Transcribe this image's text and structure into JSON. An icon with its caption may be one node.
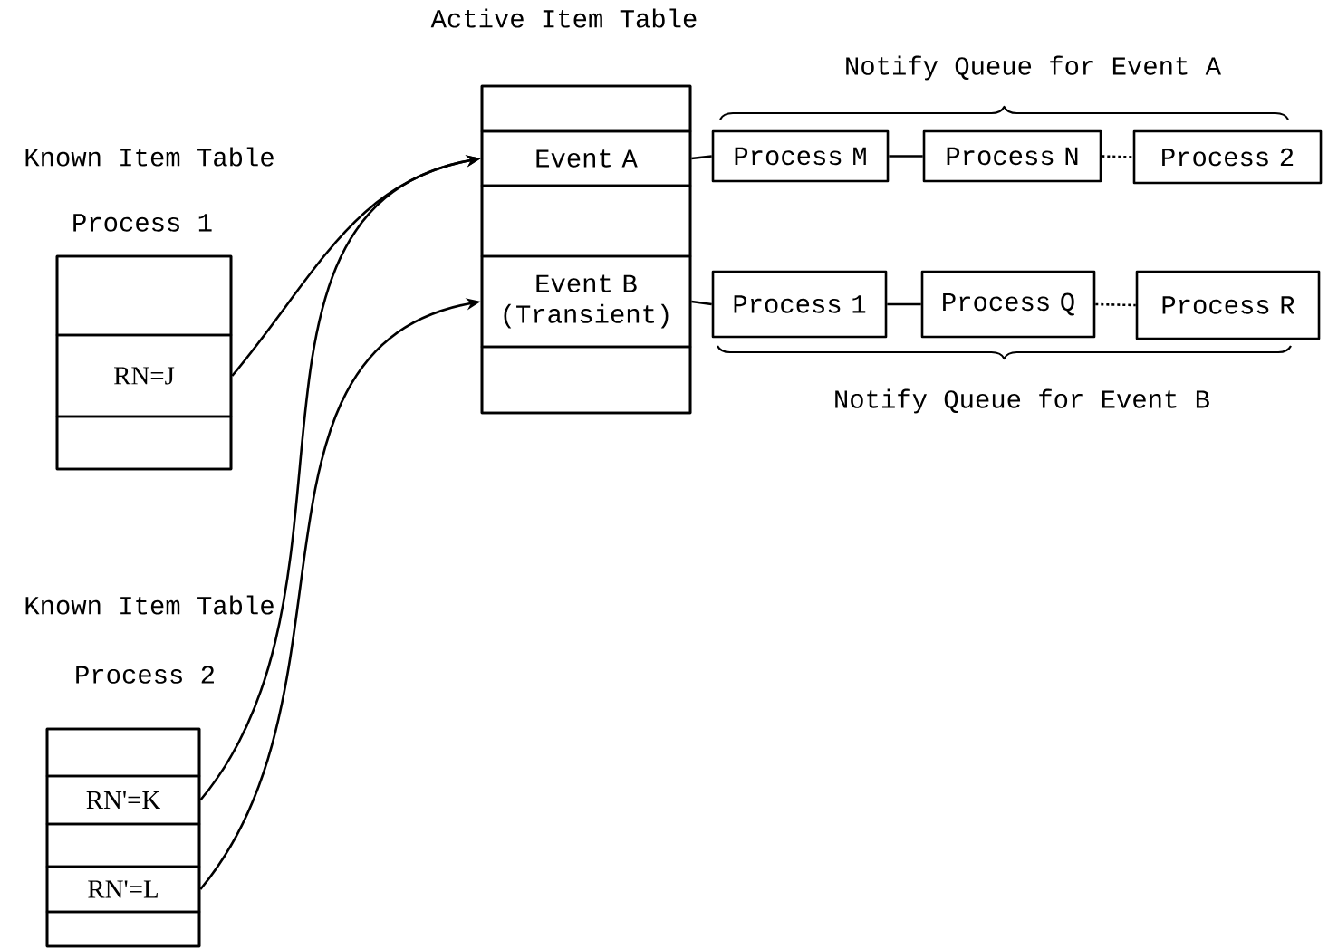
{
  "diagram": {
    "nodes": [
      {
        "text": [
          "Known Item Table",
          "Process 1"
        ]
      },
      {
        "text": [],
        "shape": "box",
        "in": 0
      },
      {
        "text": [
          "RN=J"
        ],
        "in": 0
      },
      {
        "text": [],
        "shape": "box",
        "in": 0
      },
      {
        "text": [
          "Active Item Table"
        ]
      },
      {
        "text": [],
        "shape": "box",
        "in": 4
      },
      {
        "text": [
          "Event A"
        ],
        "in": 4
      },
      {
        "text": [],
        "shape": "box",
        "in": 4
      },
      {
        "text": [
          "Event B (Transient)"
        ],
        "in": 4
      },
      {
        "text": [],
        "shape": "box",
        "in": 4
      },
      {
        "text": [
          "Process M"
        ]
      },
      {
        "text": [
          "Process N"
        ]
      },
      {
        "text": [
          "Process 2"
        ]
      },
      {
        "text": [
          "Process 1"
        ]
      },
      {
        "text": [
          "Process Q"
        ]
      },
      {
        "text": [
          "Process R"
        ]
      },
      {
        "text": [
          "Known Item Table",
          "Process 2"
        ]
      },
      {
        "text": [],
        "shape": "box",
        "in": 16
      },
      {
        "text": [
          "RN'=K"
        ],
        "in": 16
      },
      {
        "text": [],
        "shape": "box",
        "in": 16
      },
      {
        "text": [
          "RN'=L"
        ],
        "in": 16
      },
      {
        "text": [],
        "shape": "box",
        "in": 16
      }
    ],
    "edges": [
      {
        "from": 2,
        "to": 6,
        "arrow": "to"
      },
      {
        "from": 18,
        "to": 6,
        "arrow": "to"
      },
      {
        "from": 20,
        "to": 8,
        "arrow": "to"
      },
      {
        "from": 6,
        "to": 10,
        "arrow": "none"
      },
      {
        "from": 10,
        "to": 11,
        "arrow": "none"
      },
      {
        "from": 11,
        "to": 12,
        "arrow": "none",
        "style": "dashed"
      },
      {
        "from": 8,
        "to": 13,
        "arrow": "none"
      },
      {
        "from": 13,
        "to": 14,
        "arrow": "none"
      },
      {
        "from": 14,
        "to": 15,
        "arrow": "none",
        "style": "dashed"
      }
    ],
    "labels": [
      "Notify Queue for Event A",
      "Notify Queue for Event B"
    ]
  }
}
